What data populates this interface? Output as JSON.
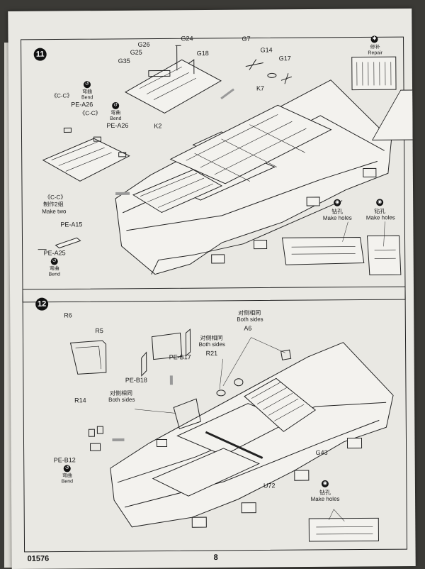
{
  "document": {
    "code": "01576",
    "page": "8"
  },
  "step11": {
    "number": "11",
    "parts": {
      "g24": "G24",
      "g26": "G26",
      "g25": "G25",
      "g18": "G18",
      "g35": "G35",
      "g7": "G7",
      "g14": "G14",
      "g17": "G17",
      "k7": "K7",
      "k2": "K2"
    },
    "repair": {
      "cn": "修补",
      "en": "Repair"
    },
    "bend1": {
      "cn": "弯曲",
      "en": "Bend"
    },
    "bend2": {
      "cn": "弯曲",
      "en": "Bend"
    },
    "bend3": {
      "cn": "弯曲",
      "en": "Bend"
    },
    "cc1": "《C-C》",
    "cc2": "《C-C》",
    "cc3": "《C-C》",
    "pe_a26_1": "PE-A26",
    "pe_a26_2": "PE-A26",
    "pe_a15": "PE-A15",
    "pe_a25": "PE-A25",
    "make_two": {
      "cn": "制作2组",
      "en": "Make two"
    },
    "holes1": {
      "cn": "钻孔",
      "en": "Make holes"
    },
    "holes2": {
      "cn": "钻孔",
      "en": "Make holes"
    }
  },
  "step12": {
    "number": "12",
    "parts": {
      "r6": "R6",
      "r5": "R5",
      "r14": "R14",
      "r21": "R21",
      "a6": "A6",
      "g43": "G43",
      "u72": "U72",
      "pe_b17": "PE-B17",
      "pe_b18": "PE-B18",
      "pe_b12": "PE-B12"
    },
    "both1": {
      "cn": "对侧相同",
      "en": "Both sides"
    },
    "both2": {
      "cn": "对侧相同",
      "en": "Both sides"
    },
    "both3": {
      "cn": "对侧相同",
      "en": "Both sides"
    },
    "bend": {
      "cn": "弯曲",
      "en": "Bend"
    },
    "holes": {
      "cn": "钻孔",
      "en": "Make holes"
    }
  }
}
